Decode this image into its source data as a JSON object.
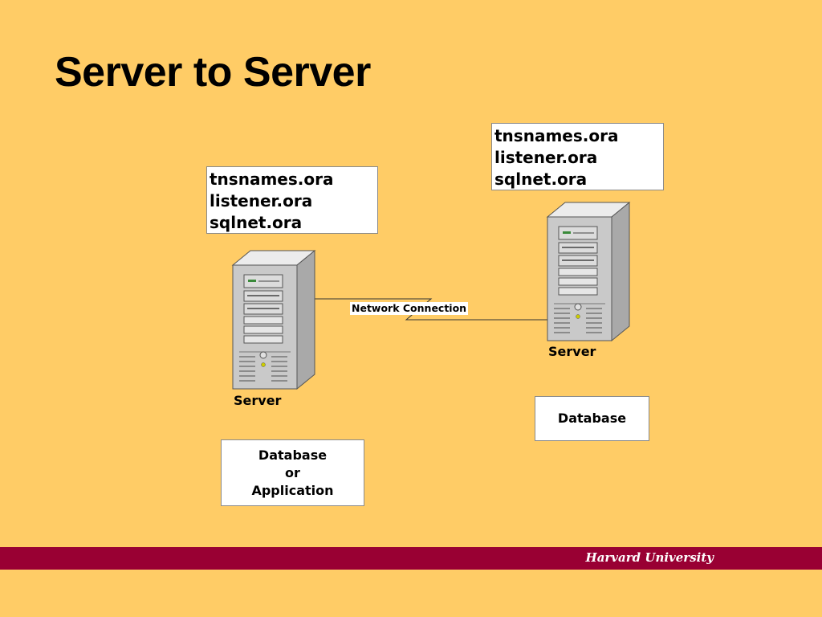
{
  "slide": {
    "title": "Server to Server",
    "footer": "Harvard University"
  },
  "left": {
    "config_files": [
      "tnsnames.ora",
      "listener.ora",
      "sqlnet.ora"
    ],
    "server_label": "Server",
    "role_lines": [
      "Database",
      "or",
      "Application"
    ]
  },
  "right": {
    "config_files": [
      "tnsnames.ora",
      "listener.ora",
      "sqlnet.ora"
    ],
    "server_label": "Server",
    "role_lines": [
      "Database"
    ]
  },
  "connection": {
    "label": "Network Connection"
  },
  "colors": {
    "background": "#FFCC66",
    "footer_bar": "#990033",
    "footer_text": "#FFFFFF"
  },
  "icons": [
    "server-tower-icon",
    "server-tower-icon"
  ]
}
